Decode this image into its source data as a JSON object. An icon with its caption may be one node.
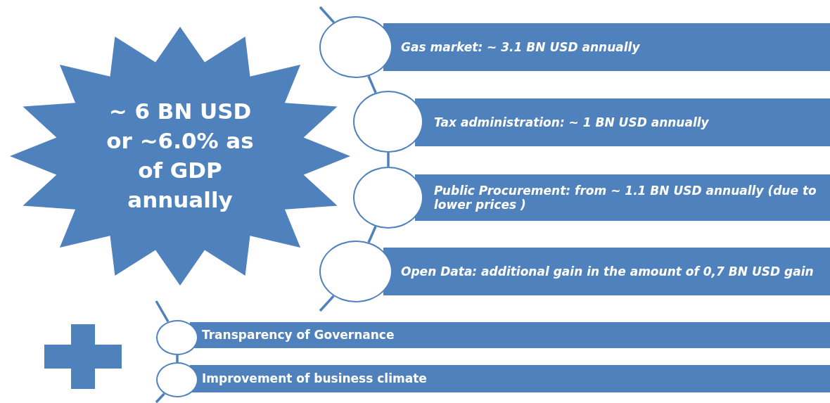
{
  "diagram": {
    "nodes": [
      {
        "text": [
          "~ 6 BN USD or ~6.0% as of GDP annually"
        ]
      },
      {
        "text": [],
        "shape": "circle"
      },
      {
        "text": [
          "Gas market: ~ 3.1 BN USD annually"
        ]
      },
      {
        "text": [],
        "shape": "circle"
      },
      {
        "text": [
          "Tax administration: ~ 1 BN USD annually"
        ]
      },
      {
        "text": [],
        "shape": "circle"
      },
      {
        "text": [
          "Public  Procurement:  from ~ 1.1 BN USD annually  (due to lower prices )"
        ]
      },
      {
        "text": [],
        "shape": "circle"
      },
      {
        "text": [
          "Open Data: additional gain in the amount of 0,7 BN USD gain"
        ]
      },
      {
        "text": [],
        "shape": "circle"
      },
      {
        "text": [
          "Transparency of Governance"
        ]
      },
      {
        "text": [],
        "shape": "circle"
      },
      {
        "text": [
          "Improvement of business climate"
        ]
      }
    ],
    "edges": [
      {
        "from": null,
        "to": 1,
        "arrow": "none"
      },
      {
        "from": 1,
        "to": 3,
        "arrow": "none"
      },
      {
        "from": 3,
        "to": 5,
        "arrow": "none"
      },
      {
        "from": 5,
        "to": 7,
        "arrow": "none"
      },
      {
        "from": 7,
        "to": null,
        "arrow": "none"
      },
      {
        "from": null,
        "to": 9,
        "arrow": "none"
      },
      {
        "from": 9,
        "to": 11,
        "arrow": "none"
      },
      {
        "from": 11,
        "to": null,
        "arrow": "none"
      }
    ]
  }
}
